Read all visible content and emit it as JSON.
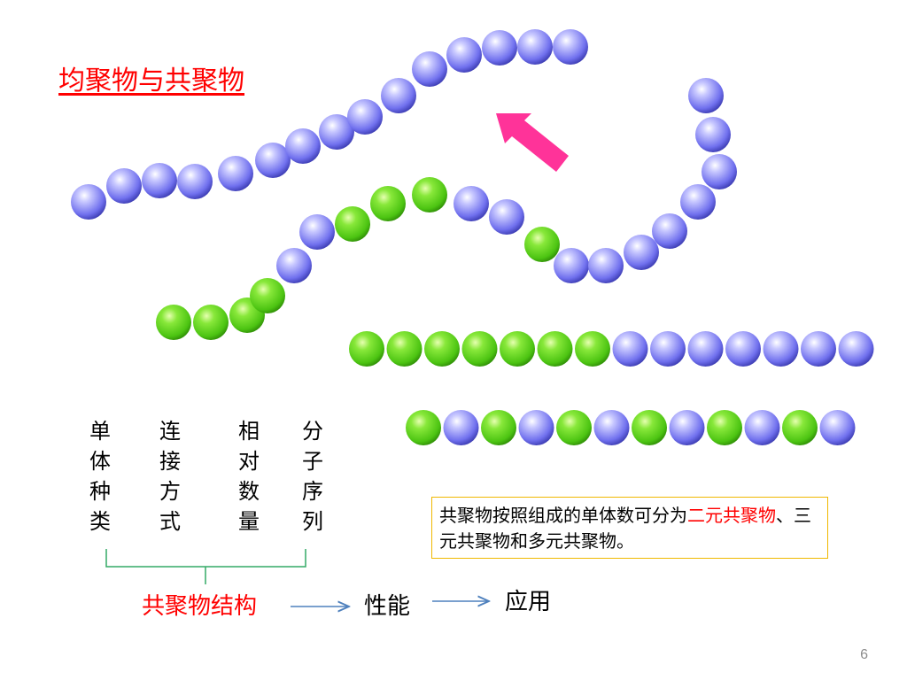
{
  "title": "均聚物与共聚物",
  "colors": {
    "title": "#ff0000",
    "accent_red": "#ff0000",
    "arrow_pink": "#ff3399",
    "bracket_green": "#33aa66",
    "flow_arrow_blue": "#4f81bd",
    "note_border": "#f0b800",
    "monomer_blue": "#8080ff",
    "monomer_green": "#66dd22"
  },
  "factors": [
    {
      "chars": [
        "单",
        "体",
        "种",
        "类"
      ]
    },
    {
      "chars": [
        "连",
        "接",
        "方",
        "式"
      ]
    },
    {
      "chars": [
        "相",
        "对",
        "数",
        "量"
      ]
    },
    {
      "chars": [
        "分",
        "子",
        "序",
        "列"
      ]
    }
  ],
  "note": {
    "prefix": "共聚物按照组成的单体数可分为",
    "highlight": "二元共聚物",
    "suffix": "、三元共聚物和多元共聚物。"
  },
  "flow": {
    "structure": "共聚物结构",
    "property": "性能",
    "application": "应用"
  },
  "page_number": "6",
  "chains": {
    "homopolymer": "bbbbbbbbbbbbbbb",
    "graft_backbone": "ggggbbgggbbgb",
    "graft_branch": "bbbbbbbb",
    "block": "gggggggbbbbbbb",
    "alternating": "gbgbgbgbgbgb"
  }
}
